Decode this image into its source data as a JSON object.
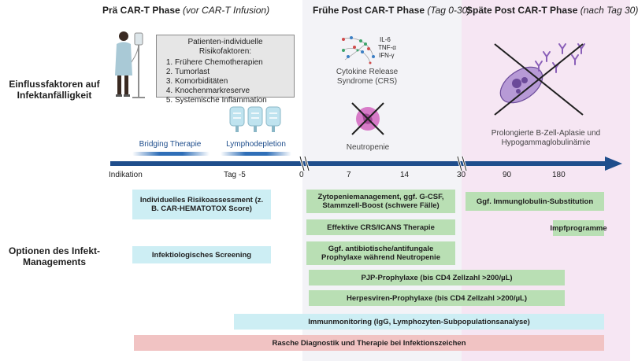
{
  "phases": {
    "pre": {
      "title": "Prä CAR-T Phase",
      "subtitle": "(vor CAR-T Infusion)"
    },
    "early": {
      "title": "Frühe Post CAR-T Phase",
      "subtitle": "(Tag 0-30)"
    },
    "late": {
      "title": "Späte Post CAR-T Phase",
      "subtitle": "(nach Tag 30)"
    }
  },
  "side_labels": {
    "influence": "Einflussfaktoren auf Infektanfälligkeit",
    "options": "Optionen des Infekt-Managements"
  },
  "risk_factors": {
    "header": "Patienten-individuelle Risikofaktoren:",
    "items": [
      "Frühere Chemotherapien",
      "Tumorlast",
      "Komorbiditäten",
      "Knochenmarkreserve",
      "Systemische Inflammation"
    ]
  },
  "cytokines": {
    "il6": "IL-6",
    "tnf": "TNF-α",
    "ifn": "IFN-γ"
  },
  "captions": {
    "crs": "Cytokine Release Syndrome (CRS)",
    "neutropenia": "Neutropenie",
    "bcell": "Prolongierte B-Zell-Aplasie und Hypogammaglobulinämie",
    "bridging": "Bridging Therapie",
    "lympho": "Lymphodepletion"
  },
  "timeline": {
    "ticks": [
      "Indikation",
      "Tag -5",
      "0",
      "7",
      "14",
      "30",
      "90",
      "180"
    ]
  },
  "management": {
    "risk_assessment": "Individuelles Risikoassessment (z. B. CAR-HEMATOTOX Score)",
    "screening": "Infektiologisches Screening",
    "cytopenia": "Zytopeniemanagement, ggf. G-CSF, Stammzell-Boost (schwere Fälle)",
    "crs_therapy": "Effektive CRS/ICANS Therapie",
    "prophylaxis": "Ggf. antibiotische/antifungale Prophylaxe während Neutropenie",
    "pjp": "PJP-Prophylaxe (bis CD4 Zellzahl >200/µL)",
    "herpes": "Herpesviren-Prophylaxe  (bis CD4 Zellzahl >200/µL)",
    "immunomonitoring": "Immunmonitoring (IgG, Lymphozyten-Subpopulationsanalyse)",
    "diagnostics": "Rasche Diagnostik und Therapie bei Infektionszeichen",
    "ig_substitution": "Ggf. Immunglobulin-Substitution",
    "vaccination": "Impfprogramme"
  },
  "colors": {
    "early_bg": "#f3f3f7",
    "late_bg": "#f6e6f3",
    "arrow": "#1f4e8c",
    "cyan_bar": "#cdeef4",
    "green_bar": "#b9dfb4",
    "red_bar": "#f1c3c3",
    "neutrophil": "#d77bc8",
    "bcell": "#8a5fb8"
  }
}
